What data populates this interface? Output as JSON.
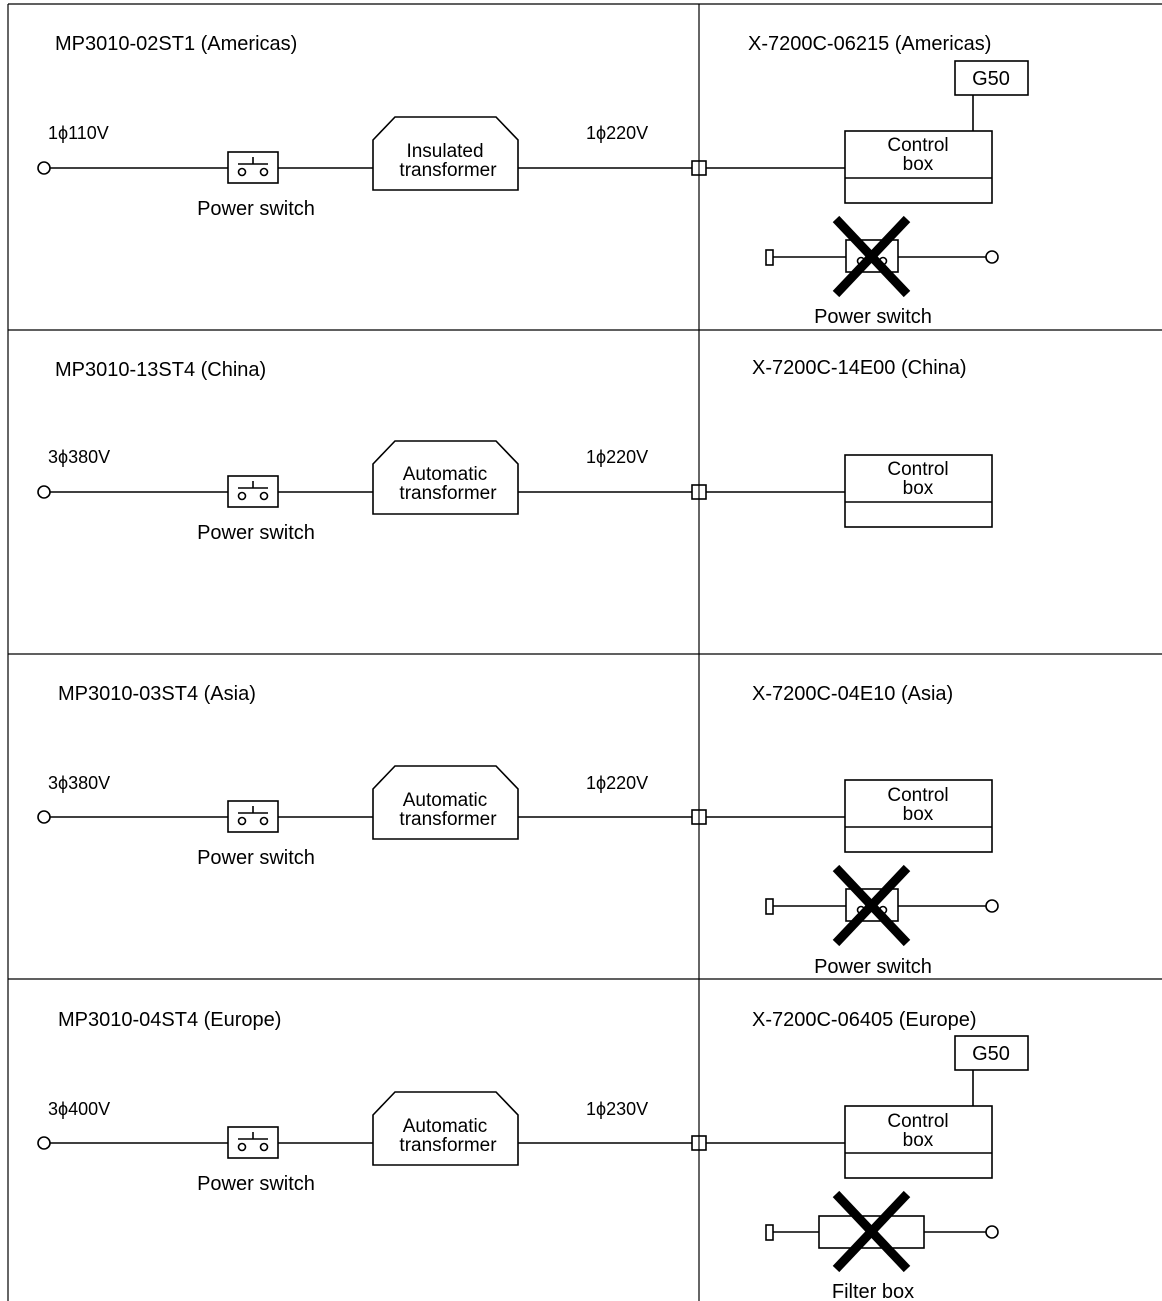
{
  "panels": [
    {
      "left_title": "MP3010-02ST1 (Americas)",
      "right_title": "X-7200C-06215 (Americas)",
      "input_voltage": "1ϕ110V",
      "output_voltage": "1ϕ220V",
      "power_switch_label": "Power switch",
      "transformer_line1": "Insulated",
      "transformer_line2": "transformer",
      "control_box_line1": "Control",
      "control_box_line2": "box",
      "g50_label": "G50",
      "crossed_item_label": "Power switch"
    },
    {
      "left_title": "MP3010-13ST4 (China)",
      "right_title": "X-7200C-14E00 (China)",
      "input_voltage": "3ϕ380V",
      "output_voltage": "1ϕ220V",
      "power_switch_label": "Power switch",
      "transformer_line1": "Automatic",
      "transformer_line2": "transformer",
      "control_box_line1": "Control",
      "control_box_line2": "box"
    },
    {
      "left_title": "MP3010-03ST4 (Asia)",
      "right_title": "X-7200C-04E10 (Asia)",
      "input_voltage": "3ϕ380V",
      "output_voltage": "1ϕ220V",
      "power_switch_label": "Power switch",
      "transformer_line1": "Automatic",
      "transformer_line2": "transformer",
      "control_box_line1": "Control",
      "control_box_line2": "box",
      "crossed_item_label": "Power switch"
    },
    {
      "left_title": "MP3010-04ST4 (Europe)",
      "right_title": "X-7200C-06405 (Europe)",
      "input_voltage": "3ϕ400V",
      "output_voltage": "1ϕ230V",
      "power_switch_label": "Power switch",
      "transformer_line1": "Automatic",
      "transformer_line2": "transformer",
      "control_box_line1": "Control",
      "control_box_line2": "box",
      "g50_label": "G50",
      "crossed_item_label": "Filter box"
    }
  ]
}
